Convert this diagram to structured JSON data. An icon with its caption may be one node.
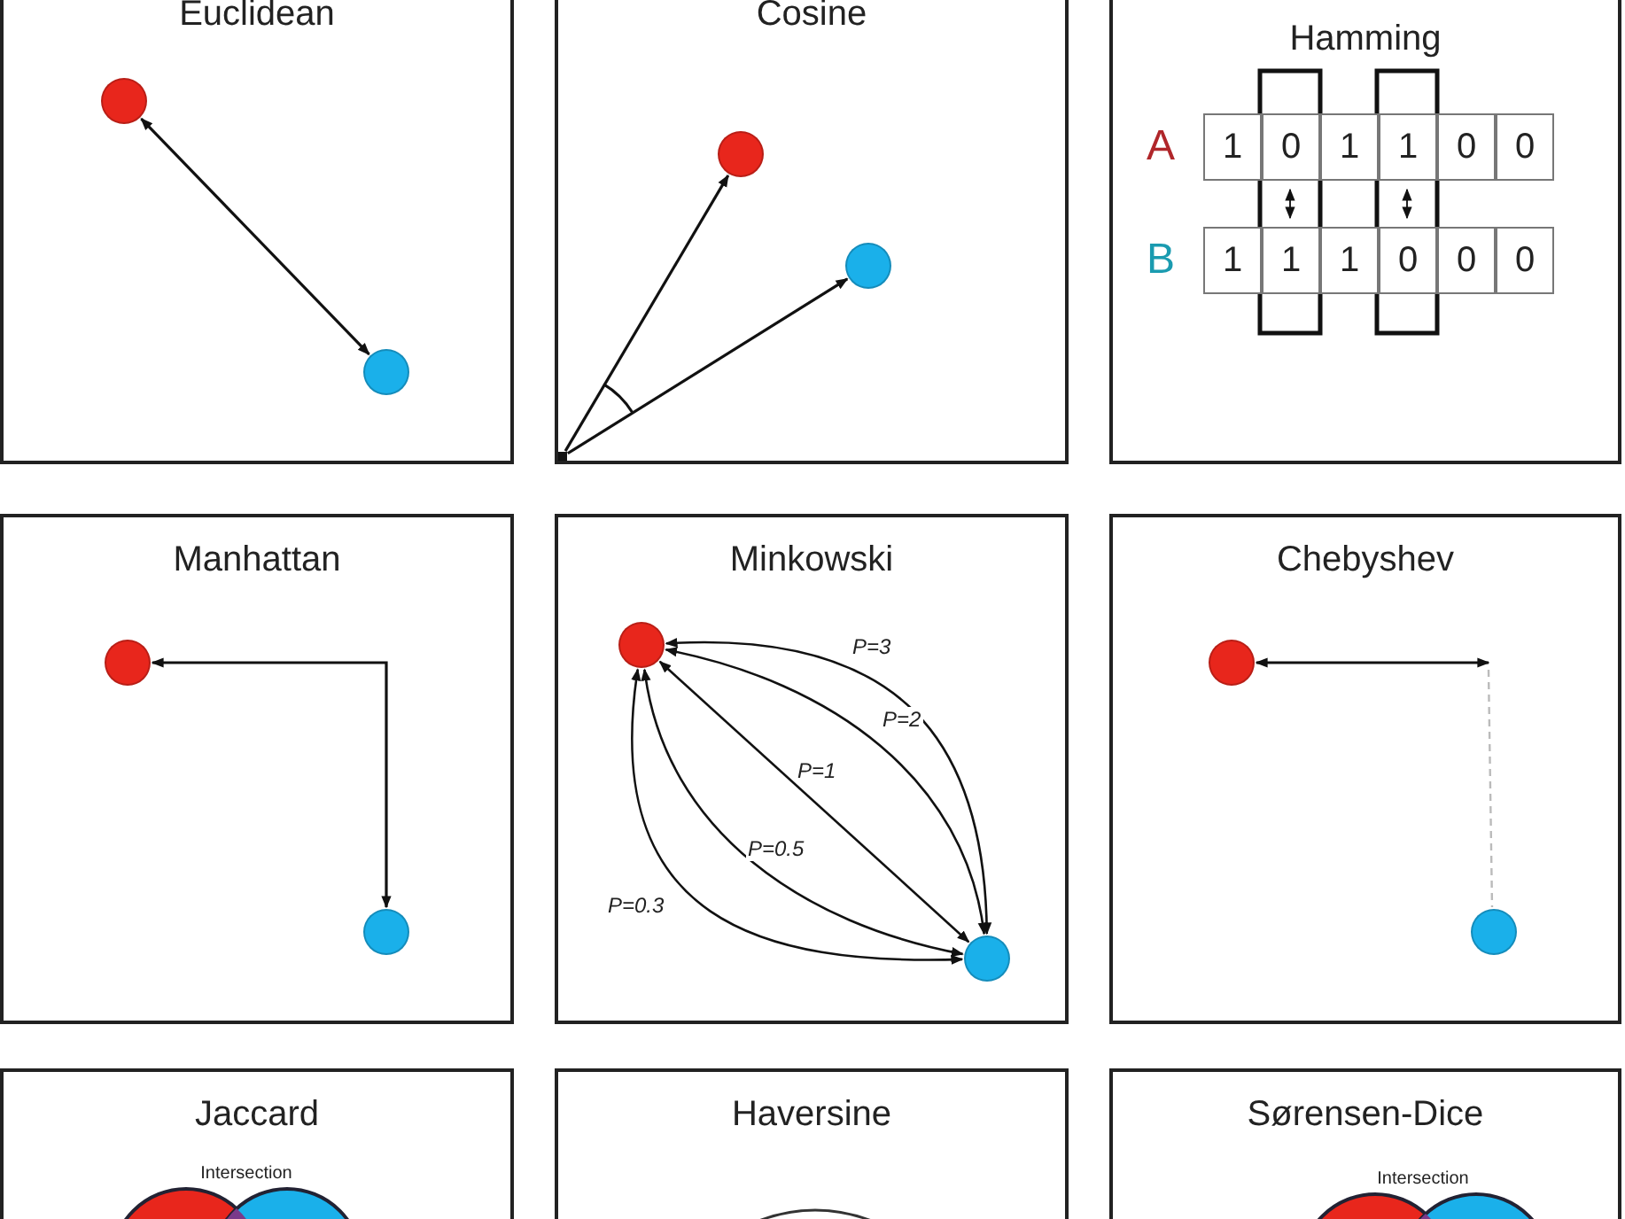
{
  "diagram": {
    "nodes": [
      {
        "text": [
          "Euclidean"
        ]
      },
      {
        "text": [],
        "shape": "circle",
        "in": 0
      },
      {
        "text": [],
        "shape": "circle",
        "in": 0
      },
      {
        "text": [
          "Cosine"
        ]
      },
      {
        "text": [],
        "shape": "box",
        "in": 3
      },
      {
        "text": [],
        "shape": "circle",
        "in": 3
      },
      {
        "text": [],
        "shape": "circle",
        "in": 3
      },
      {
        "text": [
          "Hamming"
        ]
      },
      {
        "text": [
          "Manhattan"
        ]
      },
      {
        "text": [],
        "shape": "circle",
        "in": 8
      },
      {
        "text": [],
        "shape": "circle",
        "in": 8
      },
      {
        "text": [
          "Minkowski"
        ]
      },
      {
        "text": [],
        "shape": "circle",
        "in": 11
      },
      {
        "text": [],
        "shape": "circle",
        "in": 11
      },
      {
        "text": [
          "Chebyshev"
        ]
      },
      {
        "text": [],
        "shape": "circle",
        "in": 14
      },
      {
        "text": [],
        "shape": "circle",
        "in": 14
      },
      {
        "text": [
          "Jaccard"
        ]
      },
      {
        "text": [
          "Haversine"
        ]
      },
      {
        "text": [
          "Sørensen-Dice"
        ]
      }
    ],
    "edges": [
      {
        "from": 1,
        "to": 2,
        "arrow": "both"
      },
      {
        "from": 4,
        "to": 5,
        "arrow": "to"
      },
      {
        "from": 4,
        "to": 6,
        "arrow": "to"
      },
      {
        "from": 9,
        "to": 10,
        "arrow": "both"
      },
      {
        "from": 12,
        "to": 13,
        "label": "P=3",
        "arrow": "both"
      },
      {
        "from": 12,
        "to": 13,
        "label": "P=2",
        "arrow": "both"
      },
      {
        "from": 12,
        "to": 13,
        "label": "P=1",
        "arrow": "both"
      },
      {
        "from": 12,
        "to": 13,
        "label": "P=0.5",
        "arrow": "both"
      },
      {
        "from": 12,
        "to": 13,
        "label": "P=0.3",
        "arrow": "both"
      },
      {
        "from": 15,
        "to": null,
        "arrow": "both"
      }
    ],
    "labels": [
      "A",
      "1",
      "0",
      "1",
      "1",
      "0",
      "0",
      "B",
      "1",
      "1",
      "1",
      "0",
      "0",
      "0",
      "Intersection",
      "Intersection"
    ]
  }
}
